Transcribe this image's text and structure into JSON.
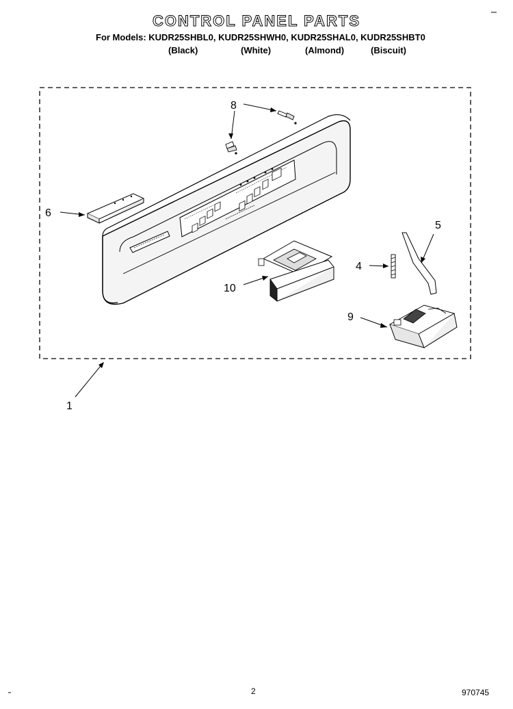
{
  "header": {
    "title": "CONTROL PANEL PARTS",
    "models": "For Models: KUDR25SHBL0, KUDR25SHWH0, KUDR25SHAL0, KUDR25SHBT0",
    "colors": [
      "(Black)",
      "(White)",
      "(Almond)",
      "(Biscuit)"
    ]
  },
  "callouts": {
    "c1": "1",
    "c4": "4",
    "c5": "5",
    "c6": "6",
    "c8": "8",
    "c9": "9",
    "c10": "10"
  },
  "footer": {
    "page_number": "2",
    "drawing_number": "970745"
  },
  "palette": {
    "line": "#000000",
    "panel_fill": "#f4f4f4",
    "background": "#ffffff"
  }
}
